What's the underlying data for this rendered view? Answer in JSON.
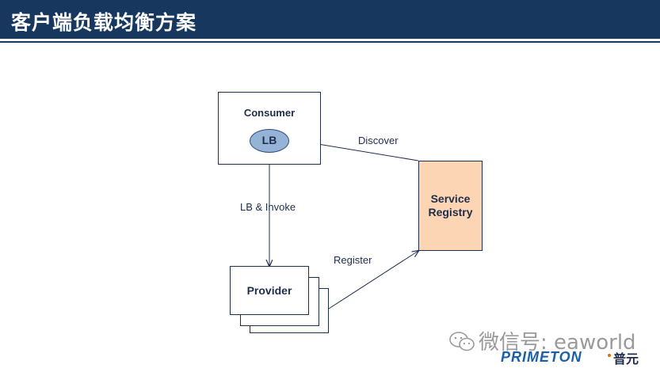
{
  "header": {
    "title": "客户端负载均衡方案"
  },
  "nodes": {
    "consumer": "Consumer",
    "lb": "LB",
    "service_registry_line1": "Service",
    "service_registry_line2": "Registry",
    "provider": "Provider"
  },
  "edges": {
    "discover": "Discover",
    "invoke": "LB & Invoke",
    "register": "Register"
  },
  "footer": {
    "watermark": "微信号: eaworld",
    "brand": "PRIMETON",
    "brand_cn": "普元"
  },
  "colors": {
    "header_bg": "#17375e",
    "registry_fill": "#fcd5b4",
    "lb_fill": "#95b3d7",
    "line": "#1f2d4a"
  }
}
